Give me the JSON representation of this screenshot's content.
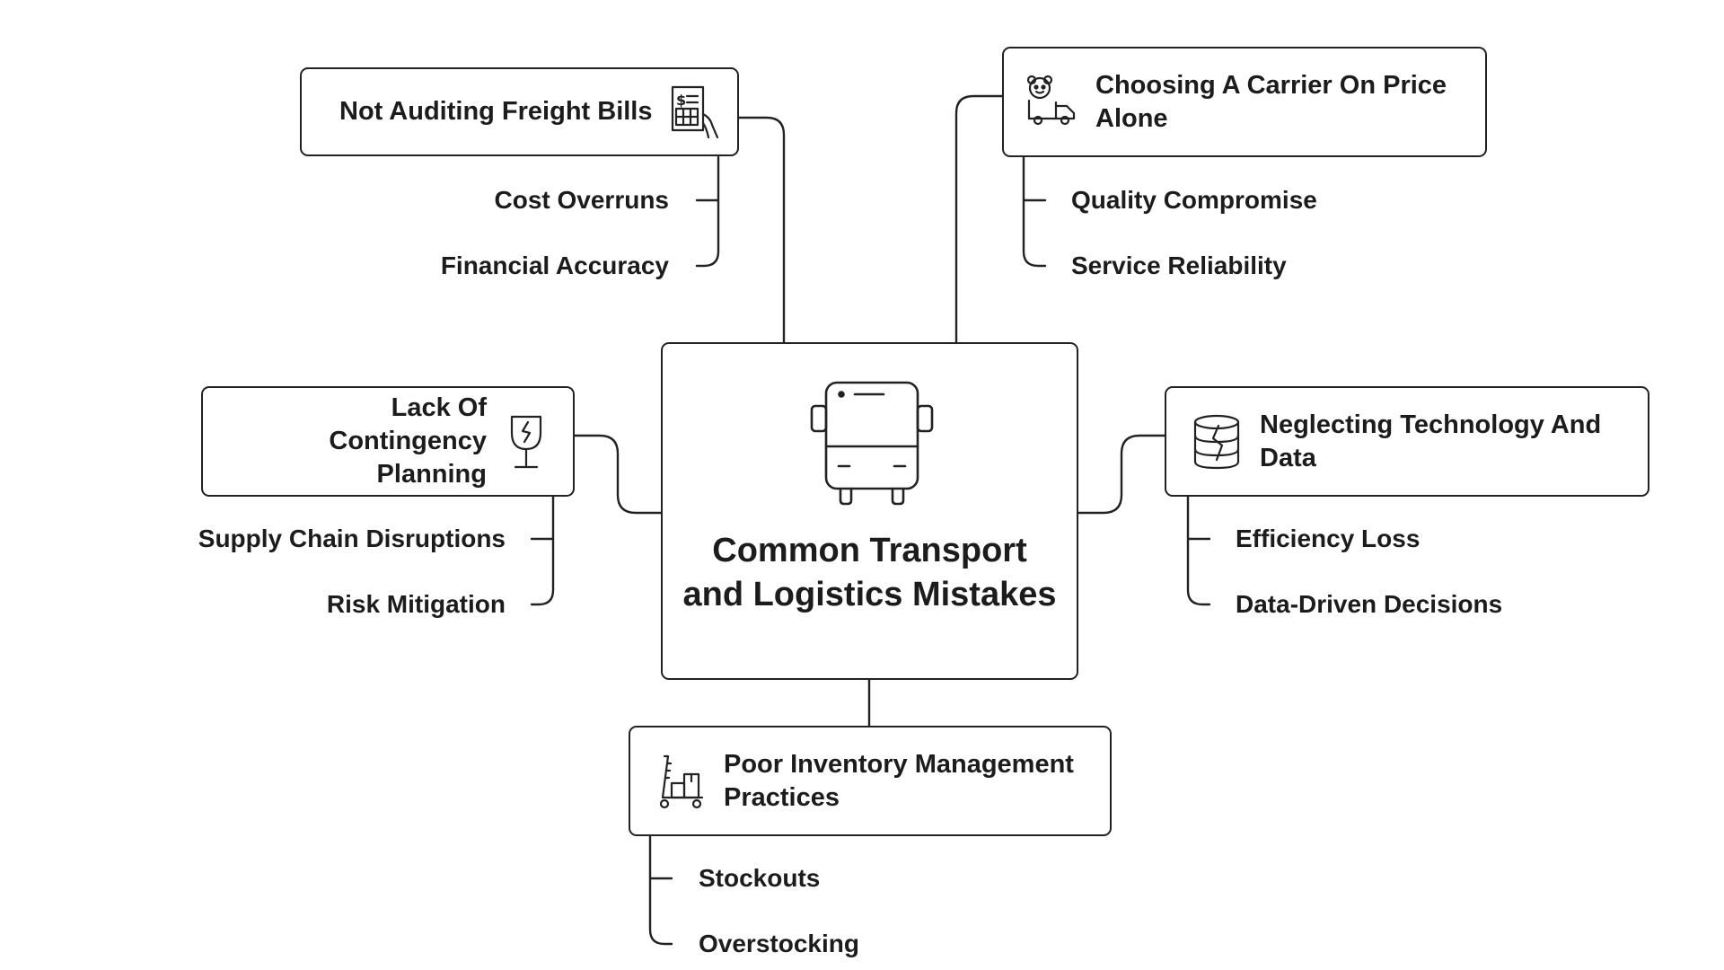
{
  "center": {
    "title": "Common Transport and Logistics Mistakes",
    "icon": "bus-icon"
  },
  "branches": {
    "freight": {
      "title": "Not Auditing Freight Bills",
      "icon": "invoice-icon",
      "children": [
        "Cost Overruns",
        "Financial Accuracy"
      ]
    },
    "carrier": {
      "title": "Choosing A Carrier On Price Alone",
      "icon": "carrier-truck-icon",
      "children": [
        "Quality Compromise",
        "Service Reliability"
      ]
    },
    "contingency": {
      "title": "Lack Of Contingency Planning",
      "icon": "fragile-glass-icon",
      "children": [
        "Supply Chain Disruptions",
        "Risk Mitigation"
      ]
    },
    "technology": {
      "title": "Neglecting Technology And Data",
      "icon": "database-icon",
      "children": [
        "Efficiency Loss",
        "Data-Driven Decisions"
      ]
    },
    "inventory": {
      "title": "Poor Inventory Management Practices",
      "icon": "hand-truck-icon",
      "children": [
        "Stockouts",
        "Overstocking"
      ]
    }
  }
}
